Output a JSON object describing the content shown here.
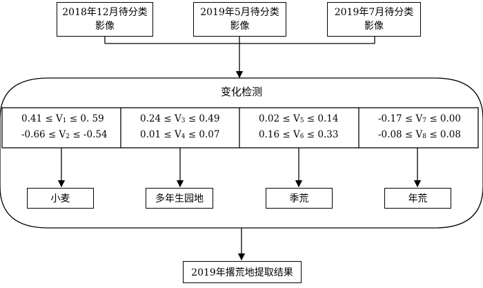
{
  "inputs": [
    {
      "line1": "2018年12月待分类",
      "line2": "影像"
    },
    {
      "line1": "2019年5月待分类",
      "line2": "影像"
    },
    {
      "line1": "2019年7月待分类",
      "line2": "影像"
    }
  ],
  "process_title": "变化检测",
  "ranges": [
    {
      "r1": {
        "lo": "0.41",
        "v": "V",
        "i": "1",
        "hi": "0. 59"
      },
      "r2": {
        "lo": "-0.66",
        "v": "V",
        "i": "2",
        "hi": "-0.54"
      }
    },
    {
      "r1": {
        "lo": "0.24",
        "v": "V",
        "i": "3",
        "hi": "0.49"
      },
      "r2": {
        "lo": "0.01",
        "v": "V",
        "i": "4",
        "hi": "0.07"
      }
    },
    {
      "r1": {
        "lo": "0.02",
        "v": "V",
        "i": "5",
        "hi": "0.14"
      },
      "r2": {
        "lo": "0.16",
        "v": "V",
        "i": "6",
        "hi": "0.33"
      }
    },
    {
      "r1": {
        "lo": "-0.17",
        "v": "V",
        "i": "7",
        "hi": "0.00"
      },
      "r2": {
        "lo": "-0.08",
        "v": "V",
        "i": "8",
        "hi": "0.08"
      }
    }
  ],
  "leq": "≤",
  "classes": [
    "小麦",
    "多年生园地",
    "季荒",
    "年荒"
  ],
  "result": "2019年撂荒地提取结果"
}
